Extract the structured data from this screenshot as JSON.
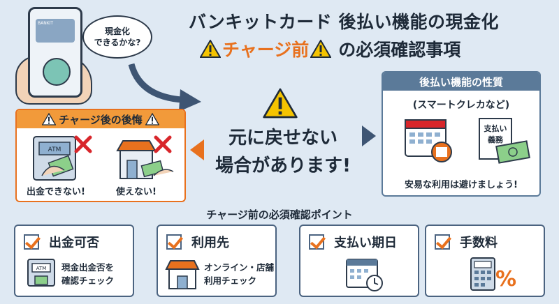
{
  "title": {
    "line1": "バンキットカード 後払い機能の現金化",
    "line2_highlight": "チャージ前",
    "line2_rest": "の必須確認事項"
  },
  "phone": {
    "card_text": "BANKIT"
  },
  "bubble": {
    "line1": "現金化",
    "line2": "できるかな?"
  },
  "regret": {
    "header": "チャージ後の後悔",
    "labels": [
      "出金できない!",
      "使えない!"
    ],
    "atm_text": "ATM"
  },
  "center": {
    "line1": "元に戻せない",
    "line2": "場合があります!"
  },
  "nature": {
    "header": "後払い機能の性質",
    "subtitle": "(スマートクレカなど)",
    "doc_text": "支払い 義務",
    "footer": "安易な利用は避けましょう!"
  },
  "points": {
    "title": "チャージ前の必須確認ポイント",
    "items": [
      {
        "title": "出金可否",
        "desc1": "現金出金否を",
        "desc2": "確認チェック",
        "icon_text": "ATM"
      },
      {
        "title": "利用先",
        "desc1": "オンライン・店舗",
        "desc2": "利用チェック"
      },
      {
        "title": "支払い期日",
        "desc1": "",
        "desc2": ""
      },
      {
        "title": "手数料",
        "desc1": "",
        "desc2": ""
      }
    ]
  },
  "colors": {
    "accent": "#e8711e",
    "navy": "#4b6380",
    "bg": "#dfe9f3"
  }
}
